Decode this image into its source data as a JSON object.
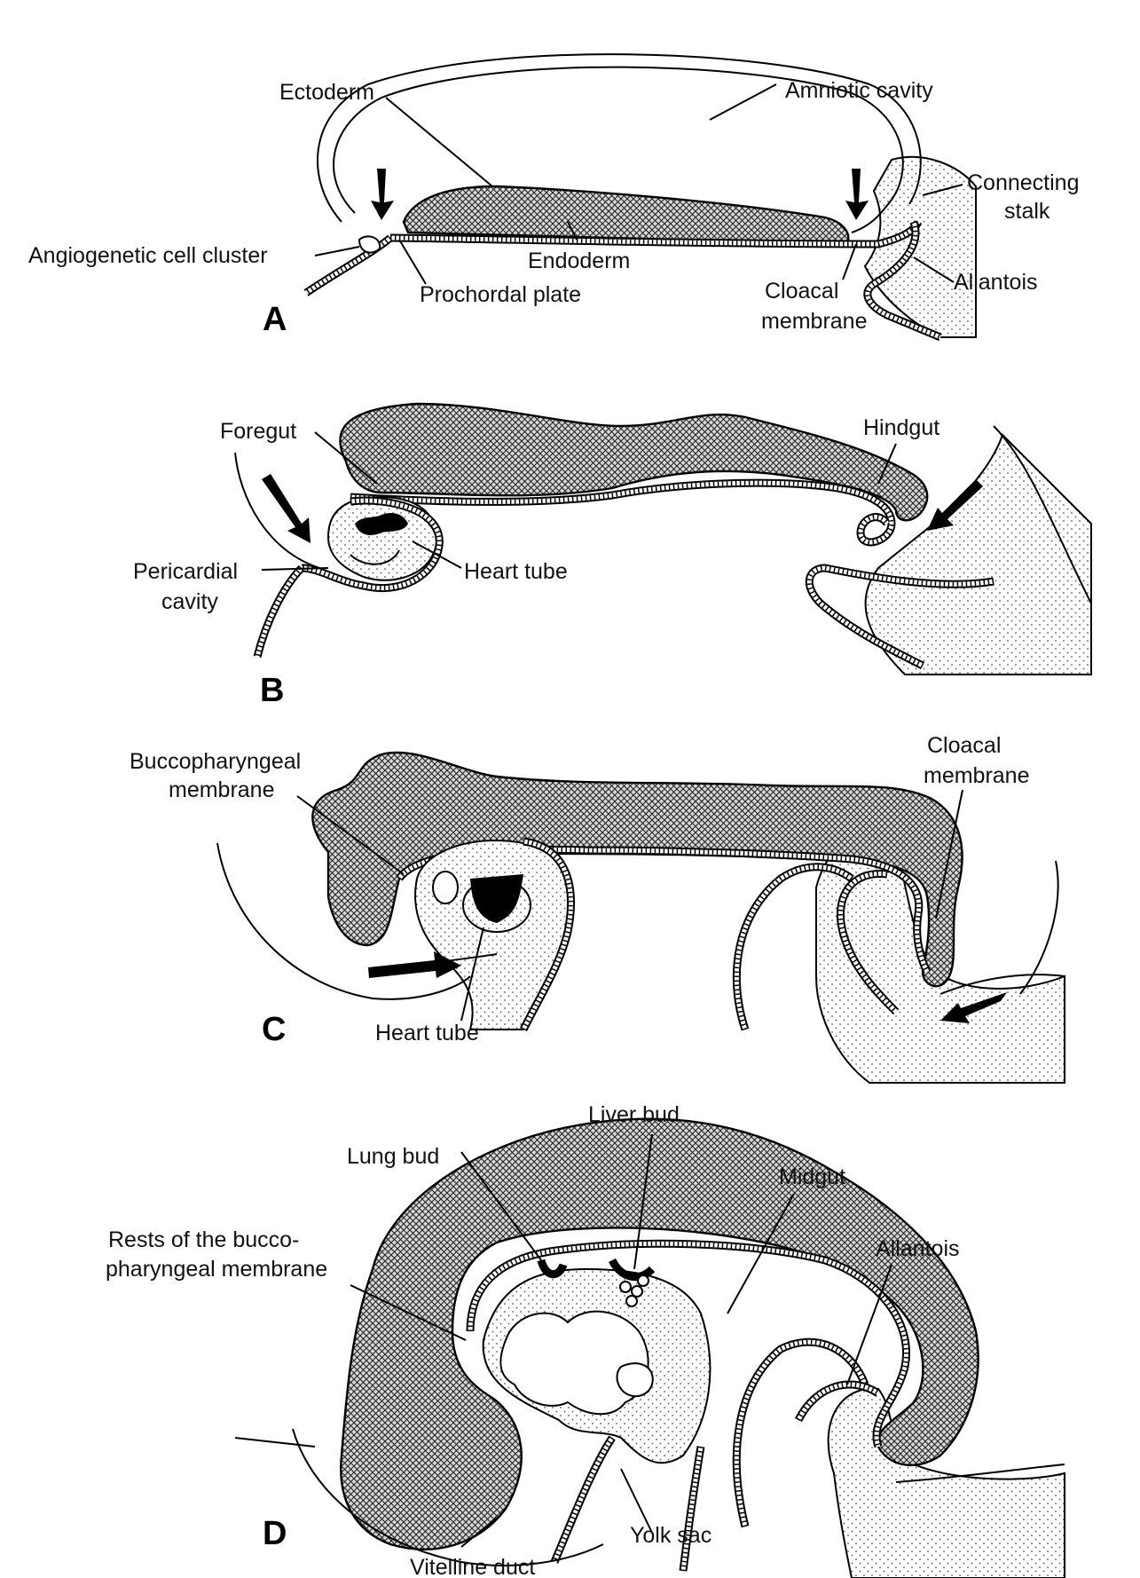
{
  "panels": {
    "A": {
      "letter": "A",
      "labels": {
        "ectoderm": "Ectoderm",
        "amniotic_cavity": "Amniotic cavity",
        "connecting_stalk_1": "Connecting",
        "connecting_stalk_2": "stalk",
        "angiogenetic": "Angiogenetic cell cluster",
        "endoderm": "Endoderm",
        "prochordal": "Prochordal plate",
        "cloacal_1": "Cloacal",
        "cloacal_2": "membrane",
        "allantois": "Allantois"
      }
    },
    "B": {
      "letter": "B",
      "labels": {
        "foregut": "Foregut",
        "hindgut": "Hindgut",
        "pericardial_1": "Pericardial",
        "pericardial_2": "cavity",
        "heart_tube": "Heart tube"
      }
    },
    "C": {
      "letter": "C",
      "labels": {
        "bucco_1": "Buccopharyngeal",
        "bucco_2": "membrane",
        "cloacal_1": "Cloacal",
        "cloacal_2": "membrane",
        "heart_tube": "Heart tube"
      }
    },
    "D": {
      "letter": "D",
      "labels": {
        "liver_bud": "Liver bud",
        "lung_bud": "Lung bud",
        "midgut": "Midgut",
        "rests_1": "Rests of the bucco-",
        "rests_2": "pharyngeal membrane",
        "allantois": "Allantois",
        "yolk_sac": "Yolk sac",
        "vitelline": "Vitelline duct"
      }
    }
  }
}
